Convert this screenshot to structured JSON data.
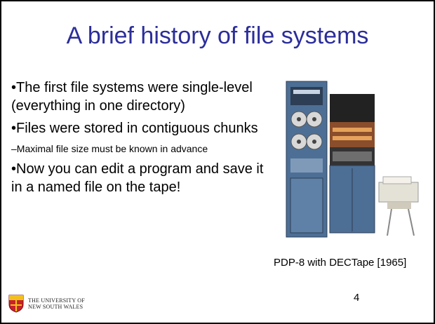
{
  "slide": {
    "title": "A brief history of file systems",
    "bullets": [
      {
        "text": "•The first file systems were single-level (everything in one directory)",
        "level": 1
      },
      {
        "text": "•Files were stored in contiguous chunks",
        "level": 1
      },
      {
        "text": "–Maximal file size must be known in advance",
        "level": 2
      },
      {
        "text": "•Now you can edit a program and save it in a named file on the tape!",
        "level": 1
      }
    ],
    "image_caption": "PDP-8 with DECTape [1965]",
    "page_number": "4",
    "logo": {
      "line1": "THE UNIVERSITY OF",
      "line2": "NEW SOUTH WALES"
    }
  }
}
